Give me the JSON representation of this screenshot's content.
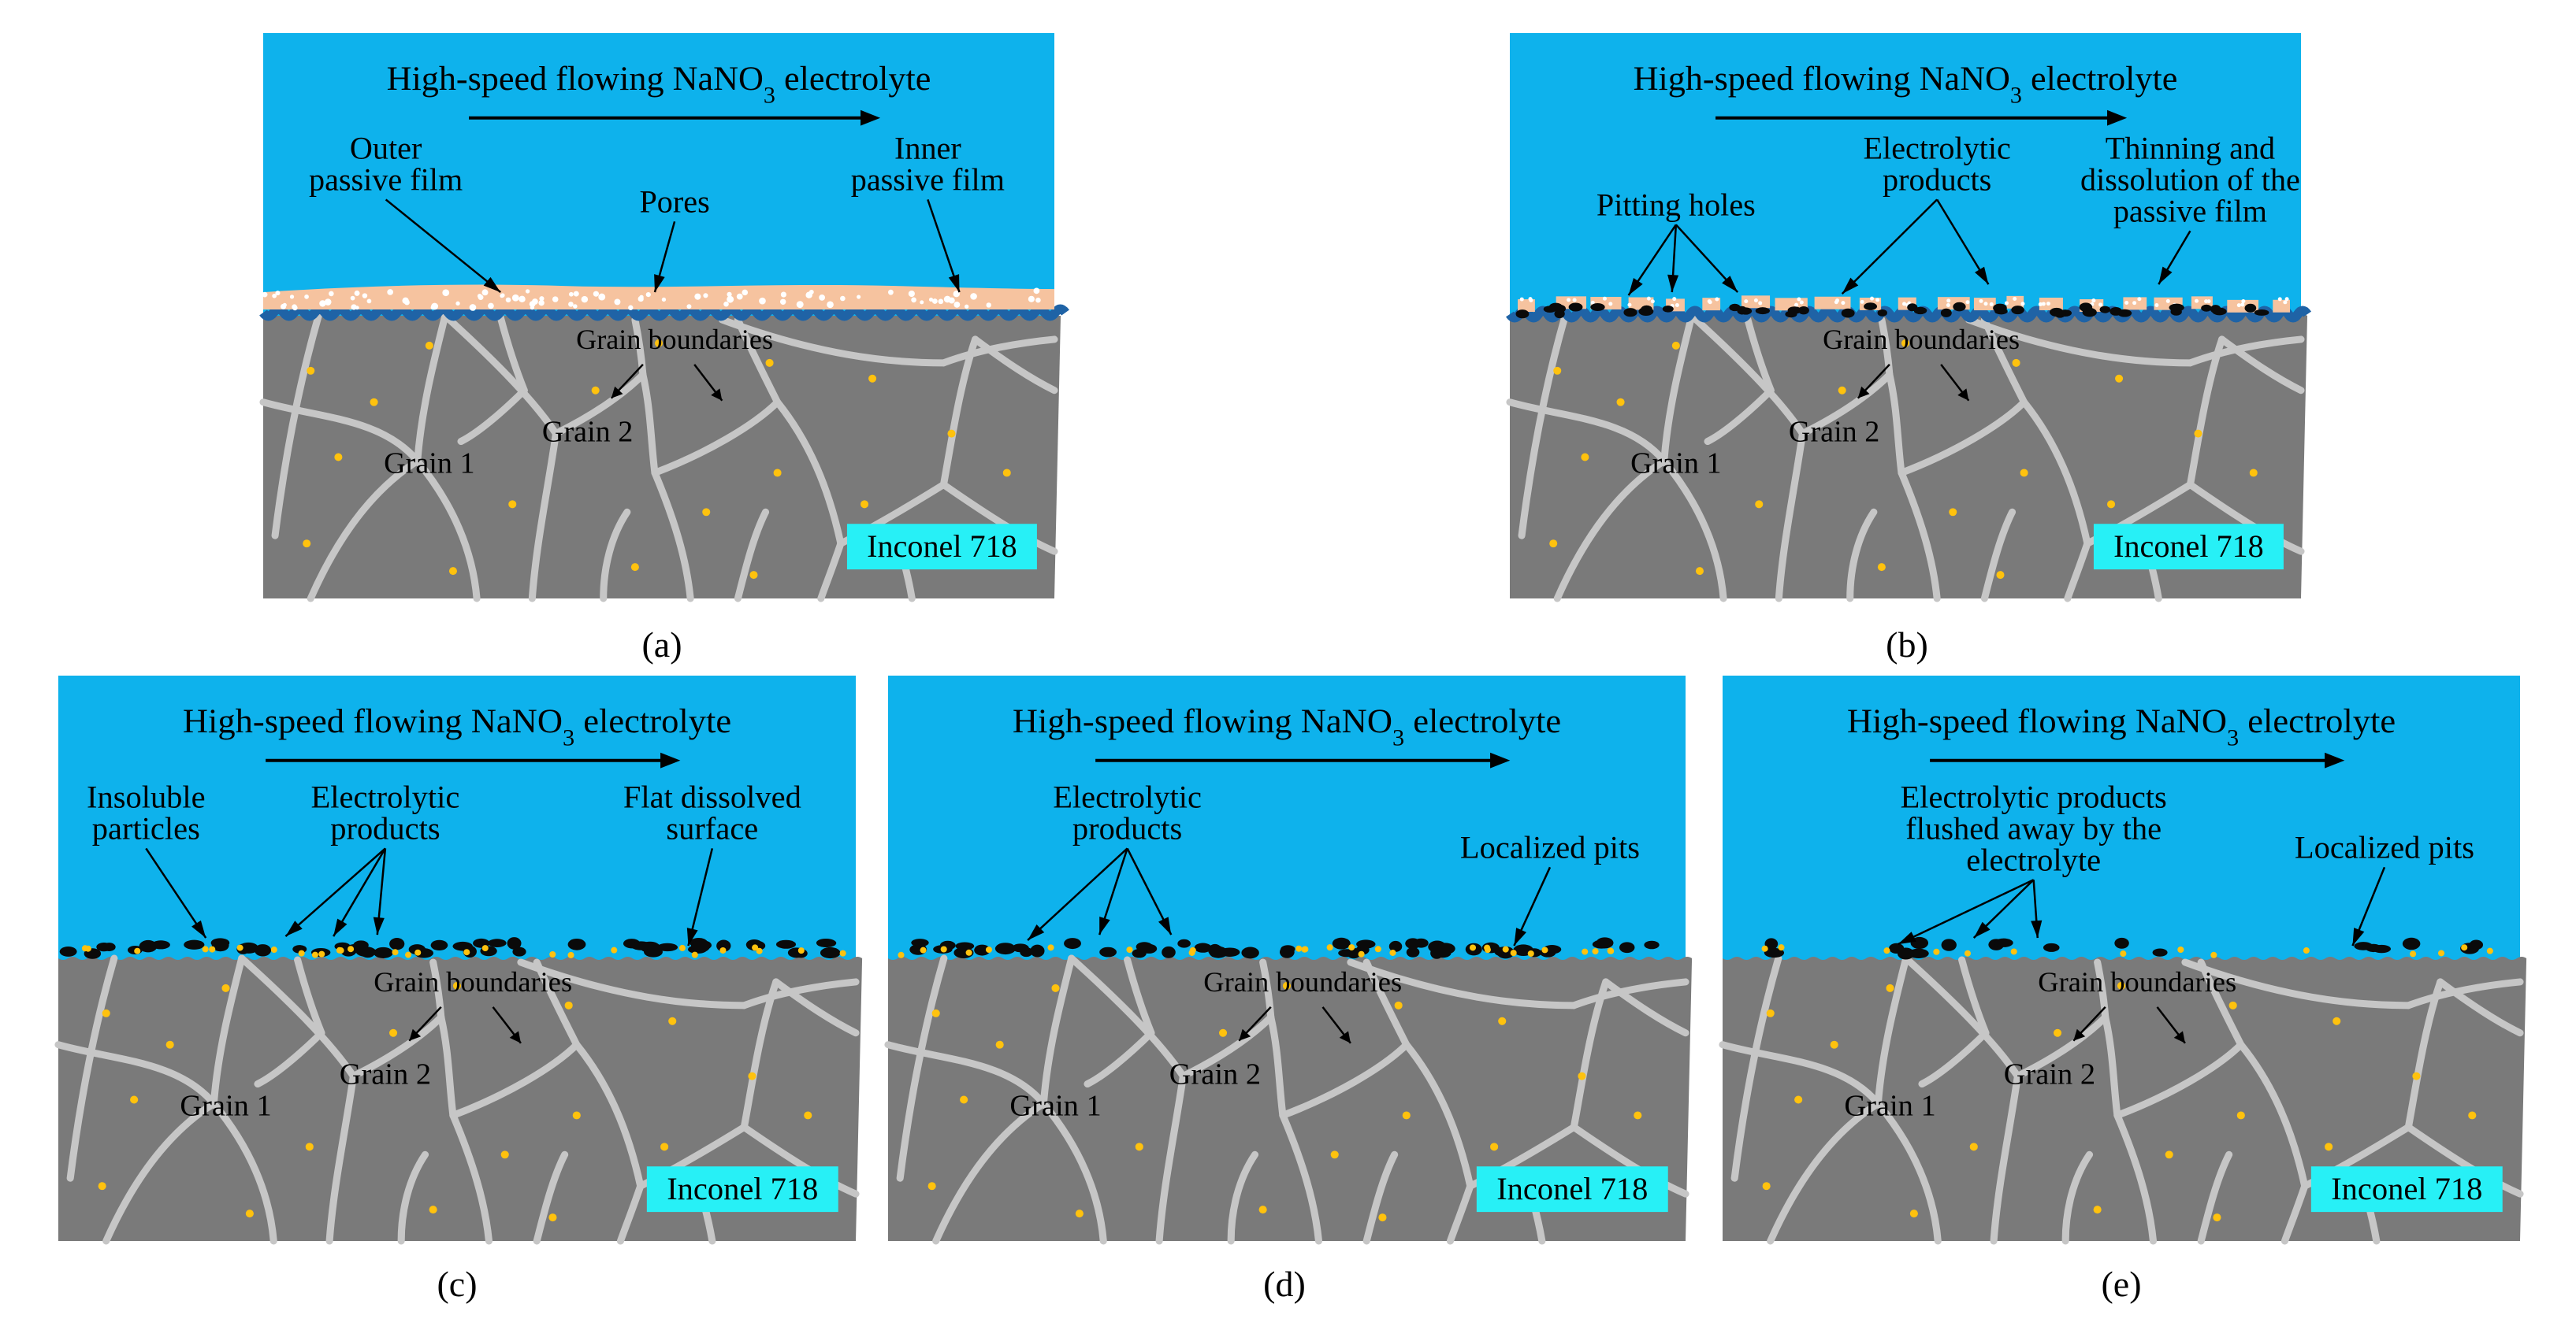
{
  "colors": {
    "electrolyte": "#0eb2ec",
    "substrate": "#7a7a7a",
    "grain_boundary": "#c6c6c6",
    "precipitate": "#ffc20e",
    "outer_film": "#f6c39f",
    "inner_film": "#1f63a6",
    "product": "#0a0a0a",
    "material_label_bg": "#27f0f6"
  },
  "panels": [
    {
      "id": "a",
      "caption": "(a)",
      "flow_label": "High-speed flowing NaNO",
      "flow_sub": "3",
      "flow_suffix": " electrolyte",
      "material_label": "Inconel 718",
      "grain_labels": {
        "boundaries": "Grain boundaries",
        "grain1": "Grain 1",
        "grain2": "Grain 2"
      },
      "annotations": [
        {
          "lines": [
            "Outer",
            "passive film"
          ]
        },
        {
          "lines": [
            "Pores"
          ]
        },
        {
          "lines": [
            "Inner",
            "passive film"
          ]
        }
      ]
    },
    {
      "id": "b",
      "caption": "(b)",
      "flow_label": "High-speed flowing NaNO",
      "flow_sub": "3",
      "flow_suffix": " electrolyte",
      "material_label": "Inconel 718",
      "grain_labels": {
        "boundaries": "Grain boundaries",
        "grain1": "Grain 1",
        "grain2": "Grain 2"
      },
      "annotations": [
        {
          "lines": [
            "Pitting holes"
          ]
        },
        {
          "lines": [
            "Electrolytic",
            "products"
          ]
        },
        {
          "lines": [
            "Thinning and",
            "dissolution of the",
            "passive film"
          ]
        }
      ]
    },
    {
      "id": "c",
      "caption": "(c)",
      "flow_label": "High-speed flowing NaNO",
      "flow_sub": "3",
      "flow_suffix": " electrolyte",
      "material_label": "Inconel 718",
      "grain_labels": {
        "boundaries": "Grain boundaries",
        "grain1": "Grain 1",
        "grain2": "Grain 2"
      },
      "annotations": [
        {
          "lines": [
            "Insoluble",
            "particles"
          ]
        },
        {
          "lines": [
            "Electrolytic",
            "products"
          ]
        },
        {
          "lines": [
            "Flat dissolved",
            "surface"
          ]
        }
      ]
    },
    {
      "id": "d",
      "caption": "(d)",
      "flow_label": "High-speed flowing NaNO",
      "flow_sub": "3",
      "flow_suffix": " electrolyte",
      "material_label": "Inconel 718",
      "grain_labels": {
        "boundaries": "Grain boundaries",
        "grain1": "Grain 1",
        "grain2": "Grain 2"
      },
      "annotations": [
        {
          "lines": [
            "Electrolytic",
            "products"
          ]
        },
        {
          "lines": [
            "Localized pits"
          ]
        }
      ]
    },
    {
      "id": "e",
      "caption": "(e)",
      "flow_label": "High-speed flowing NaNO",
      "flow_sub": "3",
      "flow_suffix": " electrolyte",
      "material_label": "Inconel 718",
      "grain_labels": {
        "boundaries": "Grain boundaries",
        "grain1": "Grain 1",
        "grain2": "Grain 2"
      },
      "annotations": [
        {
          "lines": [
            "Electrolytic products",
            "flushed away by the",
            "electrolyte"
          ]
        },
        {
          "lines": [
            "Localized pits"
          ]
        }
      ]
    }
  ]
}
